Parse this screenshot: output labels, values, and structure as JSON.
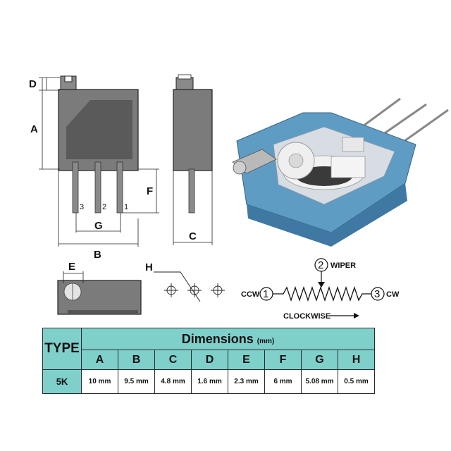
{
  "labels": {
    "A": "A",
    "B": "B",
    "C": "C",
    "D": "D",
    "E": "E",
    "F": "F",
    "G": "G",
    "H": "H"
  },
  "pins": {
    "p3": "3",
    "p2": "2",
    "p1": "1"
  },
  "schematic": {
    "wiper_num": "2",
    "wiper": "WIPER",
    "ccw_num": "1",
    "ccw": "CCW",
    "cw_num": "3",
    "cw": "CW",
    "clockwise": "CLOCKWISE"
  },
  "colors": {
    "body": "#7b7b7b",
    "body_dark": "#555555",
    "lead": "#8a8a8a",
    "teal": "#7fcfcb",
    "blue_case": "#5f9cc4"
  },
  "table": {
    "type_header": "TYPE",
    "dimensions_header": "Dimensions",
    "unit": "(mm)",
    "columns": [
      "A",
      "B",
      "C",
      "D",
      "E",
      "F",
      "G",
      "H"
    ],
    "rows": [
      {
        "type": "5K",
        "values": [
          "10 mm",
          "9.5 mm",
          "4.8 mm",
          "1.6 mm",
          "2.3 mm",
          "6 mm",
          "5.08 mm",
          "0.5 mm"
        ]
      }
    ]
  }
}
